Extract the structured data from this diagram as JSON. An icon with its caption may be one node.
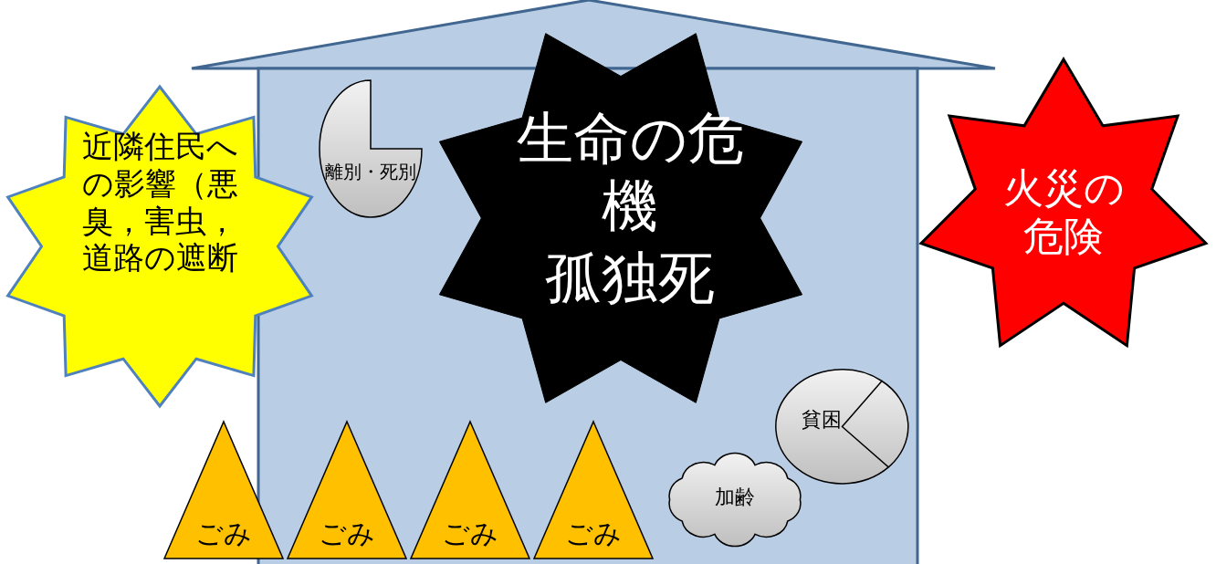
{
  "diagram": {
    "nodes": [
      {
        "text": [
          "近隣住民への影響（悪臭，害虫，道路の遮断"
        ]
      },
      {
        "text": [
          "離別・死別"
        ]
      },
      {
        "text": [
          "生命の危機",
          "孤独死"
        ]
      },
      {
        "text": [
          "火災の危険"
        ]
      },
      {
        "text": [
          "ごみ"
        ]
      },
      {
        "text": [
          "ごみ"
        ]
      },
      {
        "text": [
          "ごみ"
        ]
      },
      {
        "text": [
          "ごみ"
        ]
      },
      {
        "text": [
          "貧困"
        ]
      },
      {
        "text": [
          "加齢"
        ]
      }
    ]
  }
}
